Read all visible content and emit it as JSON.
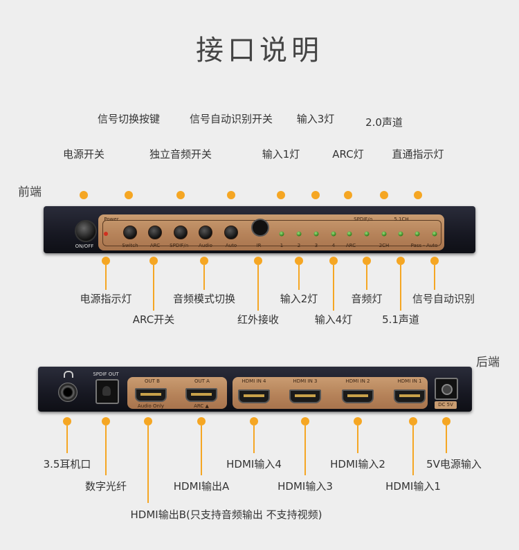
{
  "title": "接口说明",
  "front": {
    "section_label": "前端",
    "panel_labels": {
      "power": "Power",
      "on_off": "ON/OFF",
      "switch": "Switch",
      "arc": "ARC",
      "spdif": "SPDIF/∩",
      "audio": "Audio",
      "auto": "Auto",
      "ir": "IR",
      "led1": "1",
      "led2": "2",
      "led3": "3",
      "led4": "4",
      "led_arc": "ARC",
      "led_2ch": "2CH",
      "spdif_top": "SPDIF/∩",
      "ch51": "5.1CH",
      "pass_auto": "Pass - Auto"
    },
    "callouts_top": [
      {
        "id": "power-switch",
        "text": "电源开关"
      },
      {
        "id": "signal-switch-key",
        "text": "信号切换按键"
      },
      {
        "id": "independent-audio-switch",
        "text": "独立音频开关"
      },
      {
        "id": "auto-detect-switch",
        "text": "信号自动识别开关"
      },
      {
        "id": "input1-led",
        "text": "输入1灯"
      },
      {
        "id": "input3-led",
        "text": "输入3灯"
      },
      {
        "id": "arc-led",
        "text": "ARC灯"
      },
      {
        "id": "ch20-led",
        "text": "2.0声道"
      },
      {
        "id": "passthrough-led",
        "text": "直通指示灯"
      }
    ],
    "callouts_bottom": [
      {
        "id": "power-indicator",
        "text": "电源指示灯"
      },
      {
        "id": "arc-switch",
        "text": "ARC开关"
      },
      {
        "id": "audio-mode-switch",
        "text": "音频模式切换"
      },
      {
        "id": "ir-receiver",
        "text": "红外接收"
      },
      {
        "id": "input2-led",
        "text": "输入2灯"
      },
      {
        "id": "input4-led",
        "text": "输入4灯"
      },
      {
        "id": "audio-led",
        "text": "音频灯"
      },
      {
        "id": "ch51-led",
        "text": "5.1声道"
      },
      {
        "id": "auto-detect-led",
        "text": "信号自动识别"
      }
    ]
  },
  "rear": {
    "section_label": "后端",
    "panel_labels": {
      "spdif_out": "SPDIF OUT",
      "out_b": "OUT B",
      "out_a": "OUT A",
      "audio_only": "Audio Only",
      "arc_up": "ARC ▲",
      "hdmi_in4": "HDMI IN 4",
      "hdmi_in3": "HDMI IN 3",
      "hdmi_in2": "HDMI IN 2",
      "hdmi_in1": "HDMI IN 1",
      "dc5v": "DC 5V"
    },
    "callouts": [
      {
        "id": "headphone-jack",
        "text": "3.5耳机口"
      },
      {
        "id": "optical-out",
        "text": "数字光纤"
      },
      {
        "id": "hdmi-out-b",
        "text": "HDMI输出B(只支持音频输出 不支持视频)"
      },
      {
        "id": "hdmi-out-a",
        "text": "HDMI输出A"
      },
      {
        "id": "hdmi-in4",
        "text": "HDMI输入4"
      },
      {
        "id": "hdmi-in3",
        "text": "HDMI输入3"
      },
      {
        "id": "hdmi-in2",
        "text": "HDMI输入2"
      },
      {
        "id": "hdmi-in1",
        "text": "HDMI输入1"
      },
      {
        "id": "dc-5v-input",
        "text": "5V电源输入"
      }
    ]
  }
}
